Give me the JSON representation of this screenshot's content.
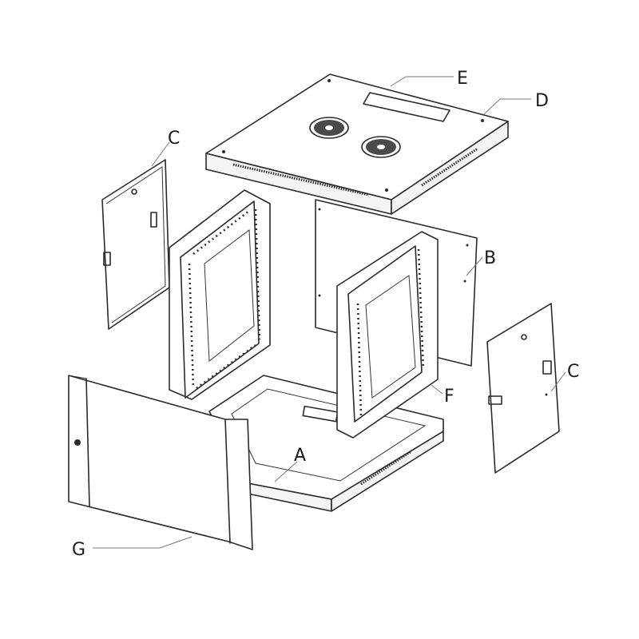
{
  "diagram": {
    "callouts": [
      {
        "id": "E",
        "text": "E"
      },
      {
        "id": "D",
        "text": "D"
      },
      {
        "id": "C-left",
        "text": "C"
      },
      {
        "id": "B",
        "text": "B"
      },
      {
        "id": "C-right",
        "text": "C"
      },
      {
        "id": "F",
        "text": "F"
      },
      {
        "id": "A",
        "text": "A"
      },
      {
        "id": "G",
        "text": "G"
      }
    ],
    "parts": [
      {
        "callout": "A",
        "part": "base-tray"
      },
      {
        "callout": "B",
        "part": "rear-panel"
      },
      {
        "callout": "C",
        "part": "side-panel"
      },
      {
        "callout": "D",
        "part": "top-cover"
      },
      {
        "callout": "E",
        "part": "cable-entry-slot"
      },
      {
        "callout": "F",
        "part": "mounting-frame"
      },
      {
        "callout": "G",
        "part": "front-door"
      }
    ]
  }
}
